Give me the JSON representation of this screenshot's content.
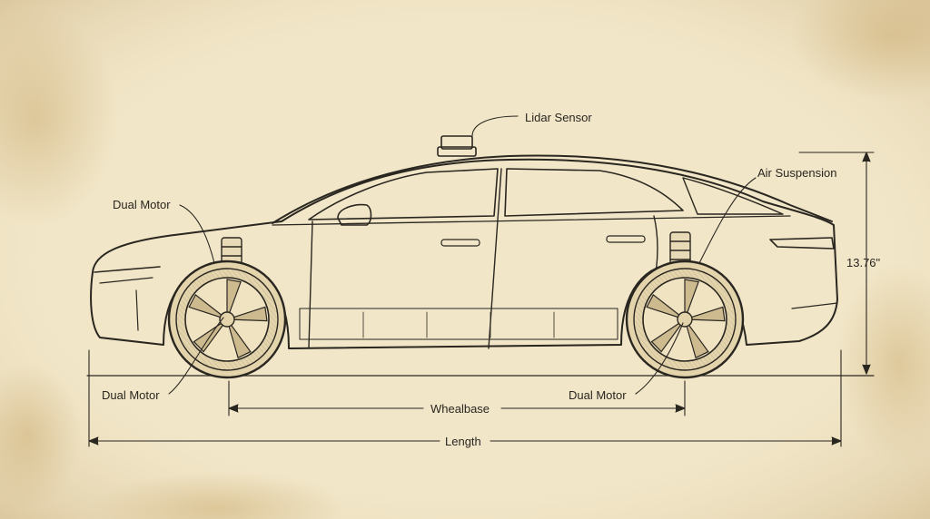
{
  "annotations": {
    "lidar_sensor": "Lidar Sensor",
    "air_suspension": "Air Suspension",
    "dual_motor_front_top": "Dual Motor",
    "dual_motor_front_bottom": "Dual Motor",
    "dual_motor_rear": "Dual Motor"
  },
  "dimensions": {
    "height": "13.76\"",
    "wheelbase": "Whealbase",
    "length": "Length"
  },
  "colors": {
    "paper": "#f1e6c8",
    "ink": "#2a2620",
    "stain": "#c9a86a"
  }
}
